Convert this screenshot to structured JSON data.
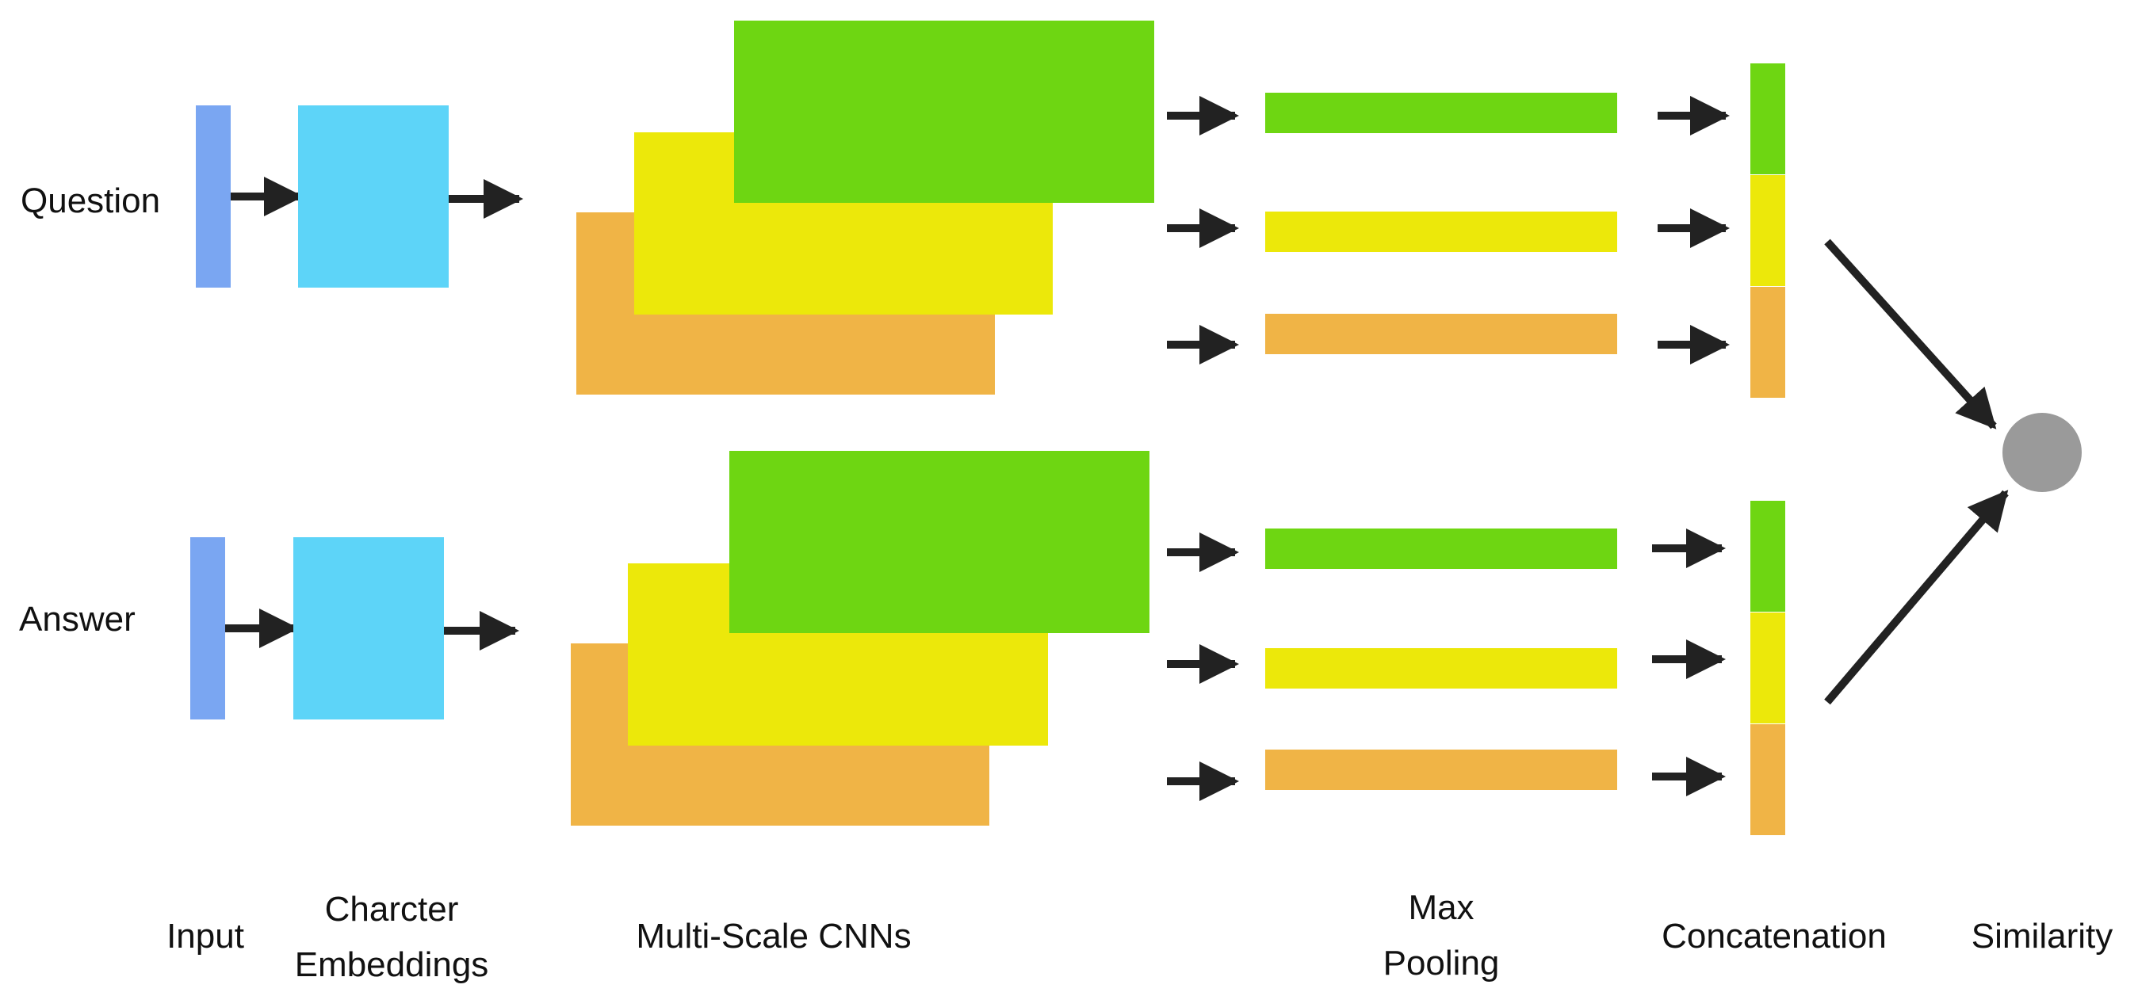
{
  "rows": [
    {
      "label": "Question"
    },
    {
      "label": "Answer"
    }
  ],
  "stages": {
    "input": [
      "Input"
    ],
    "embeddings": [
      "Charcter",
      "Embeddings"
    ],
    "cnns": [
      "Multi-Scale CNNs"
    ],
    "pooling": [
      "Max",
      "Pooling"
    ],
    "concat": [
      "Concatenation"
    ],
    "similarity": [
      "Similarity"
    ]
  },
  "colors": {
    "input": "#7aa6f2",
    "embedding": "#5dd4f8",
    "green": "#6ed612",
    "yellow": "#ece80a",
    "orange": "#f0b446",
    "node": "#9a9a9a",
    "arrow": "#222222"
  }
}
